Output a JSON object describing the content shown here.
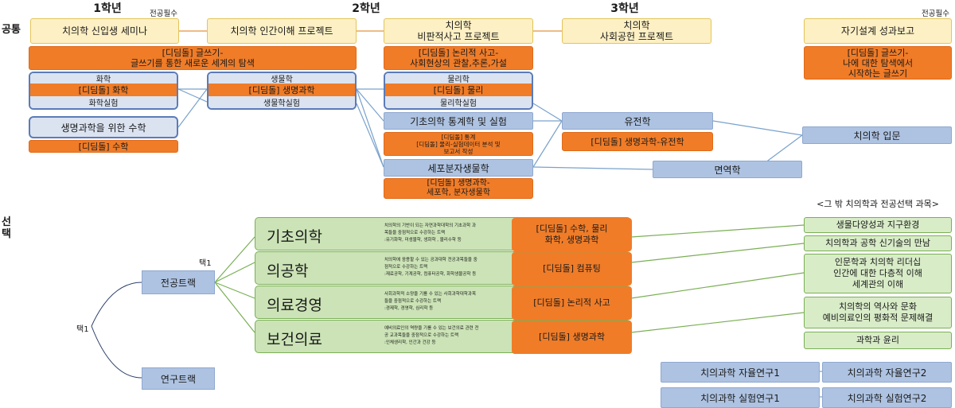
{
  "years": [
    "1학년",
    "2학년",
    "3학년"
  ],
  "required_tag_1": "전공필수",
  "required_tag_2": "전공필수",
  "side_common": "공통",
  "side_elective": "선\n택",
  "common": {
    "seminar": "치의학 신입생 세미나",
    "human": "치의학 인간이해  프로젝트",
    "critical": "치의학\n비판적사고 프로젝트",
    "social": "치의학\n사회공헌 프로젝트",
    "self": "자기설계 성과보고",
    "writing1": "[디딤돌] 글쓰기-\n글쓰기를 통한 새로운 세계의 탐색",
    "writing2": "[디딤돌] 논리적 사고-\n사회현상의 관찰,추론,가설",
    "writing3": "[디딤돌] 글쓰기-\n나에 대한 탐색에서\n시작하는 글쓰기"
  },
  "chem": {
    "title": "화학",
    "didim": "[디딤돌] 화학",
    "lab": "화학실험"
  },
  "bio": {
    "title": "생물학",
    "didim": "[디딤돌] 생명과학",
    "lab": "생물학실험"
  },
  "phys": {
    "title": "물리학",
    "didim": "[디딤돌] 물리",
    "lab": "물리학실험"
  },
  "math": {
    "title": "생명과학을 위한 수학",
    "didim": "[디딤돌] 수학"
  },
  "stats": {
    "title": "기초의학 통계학 및 실험",
    "didim": "[디딤돌] 통계\n[디딤돌] 물리-실험데이터 분석 및\n보고서 작성"
  },
  "cell": {
    "title": "세포분자생물학",
    "didim": "[디딤돌] 생명과학-\n세포학, 분자생물학"
  },
  "genetics": {
    "title": "유전학",
    "didim": "[디딤돌]  생명과학-유전학"
  },
  "immuno": {
    "title": "면역학"
  },
  "intro": {
    "title": "치의학 입문"
  },
  "track_label": "전공트랙",
  "research_label": "연구트랙",
  "choose1_a": "택1",
  "choose1_b": "택1",
  "tracks": [
    {
      "name": "기초의학",
      "desc": "치의학의 기반이 되는 자연과학대학의 기초과학 과\n목들을 중점적으로 수강하는 트랙\n:유기화학, 미생물학, 생화학 , 물리수학 등",
      "didim": "[디딤돌] 수학, 물리\n화학, 생명과학"
    },
    {
      "name": "의공학",
      "desc": "치의학에 응용할 수 있는 공과대학 전공과목들을 중\n점적으로 수강하는 트랙\n:재료공학, 기계공학, 컴퓨터공학, 화학생물공학  등",
      "didim": "[디딤돌]  컴퓨팅"
    },
    {
      "name": "의료경영",
      "desc": "사회과학적 소양을 기를 수 있는 사회과학대학과목\n들을 중점적으로 수강하는 트랙\n:경제학, 경영학, 심리학 등",
      "didim": "[디딤돌]  논리적 사고"
    },
    {
      "name": "보건의료",
      "desc": "예비의료인의 역량을 기를 수 있는 보건의료 관련 전\n공 교과목들을 중점적으로 수강하는 트랙\n:인체생리학, 인간과 건강 등",
      "didim": "[디딤돌]  생명과학"
    }
  ],
  "electives_title": "<그 밖 치의학과 전공선택 과목>",
  "electives": [
    "생물다양성과 지구환경",
    "치의학과 공학 신기술의 만남",
    "인문학과 치의학 리더십\n인간에 대한 다층적 이해\n세계관의 이해",
    "치의학의 역사와 문화\n예비의료인의 평화적 문제해결",
    "과학과 윤리"
  ],
  "research": {
    "auto1": "치의과학 자율연구1",
    "auto2": "치의과학 자율연구2",
    "exp1": "치의과학 실험연구1",
    "exp2": "치의과학 실험연구2"
  }
}
